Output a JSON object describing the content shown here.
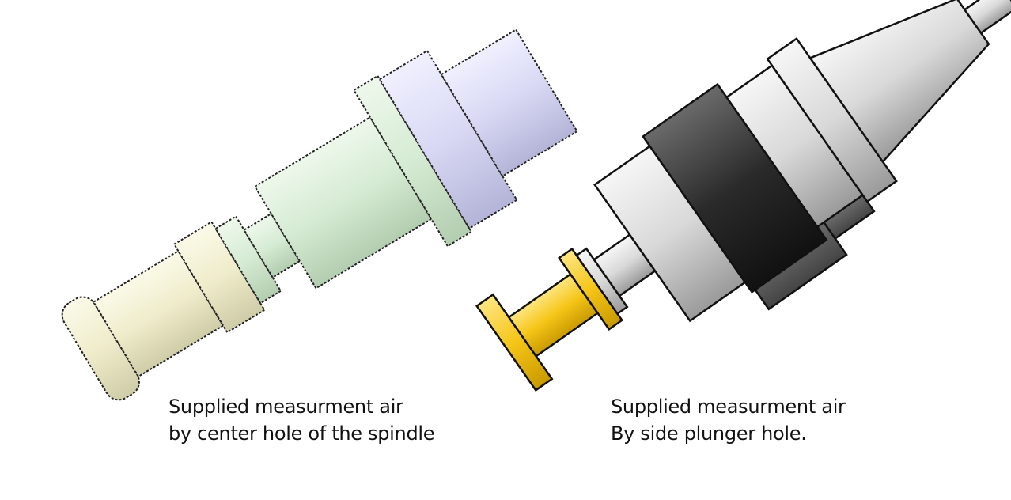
{
  "figures": [
    {
      "name": "center-hole-spindle-tool",
      "caption": [
        "Supplied measurment air",
        "by center hole of the spindle"
      ]
    },
    {
      "name": "side-plunger-tool",
      "caption": [
        "Supplied measurment air",
        "By side plunger hole."
      ]
    }
  ],
  "colors": {
    "left_yellow": "#efeccb",
    "left_green": "#d5ebd3",
    "left_purple": "#d8d8f4",
    "right_yellow": "#f5c518",
    "right_gray": "#d9d9d9",
    "right_black": "#2a2a2a",
    "right_dark": "#555555"
  }
}
